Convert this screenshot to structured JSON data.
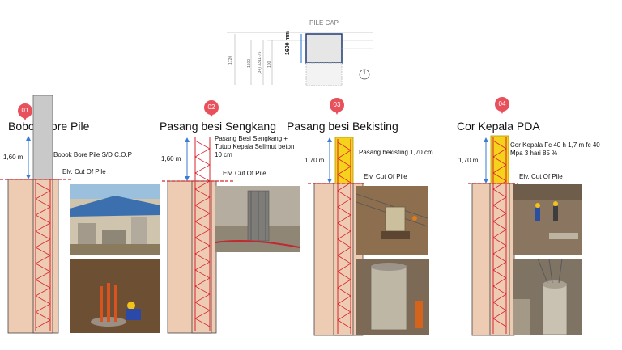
{
  "header": {
    "pile_cap_label": "PILE CAP",
    "dim_1600": "1600 mm",
    "dims_left": [
      "1720",
      "1500",
      "(34) 3311-75",
      "100"
    ],
    "callout_number": "1"
  },
  "steps": [
    {
      "number": "01",
      "title": "Bobok Bore Pile",
      "height_label": "1,60 m",
      "description": "Bobok Bore Pile S/D C.O.P",
      "cut_label": "Elv. Cut Of Pile"
    },
    {
      "number": "02",
      "title": "Pasang besi Sengkang",
      "height_label": "1,60 m",
      "description": "Pasang Besi Sengkang + Tutup Kepala Selimut beton 10 cm",
      "cut_label": "Elv. Cut Of Pile"
    },
    {
      "number": "03",
      "title": "Pasang besi Bekisting",
      "height_label": "1,70 m",
      "description": "Pasang bekisting 1,70 cm",
      "cut_label": "Elv. Cut Of Pile"
    },
    {
      "number": "04",
      "title": "Cor Kepala PDA",
      "height_label": "1,70 m",
      "description": "Cor Kepala Fc 40 h 1,7 m fc 40 Mpa 3 hari 85 %",
      "cut_label": "Elv. Cut Of Pile"
    }
  ],
  "colors": {
    "soil": "#eecbb3",
    "pile_head_gray": "#c9c9c9",
    "formwork_yellow": "#f5d21c",
    "rebar_red": "#d7262e",
    "cut_line": "#d7262e",
    "dim_arrow": "#3a7bd5",
    "badge": "#e8505b"
  }
}
